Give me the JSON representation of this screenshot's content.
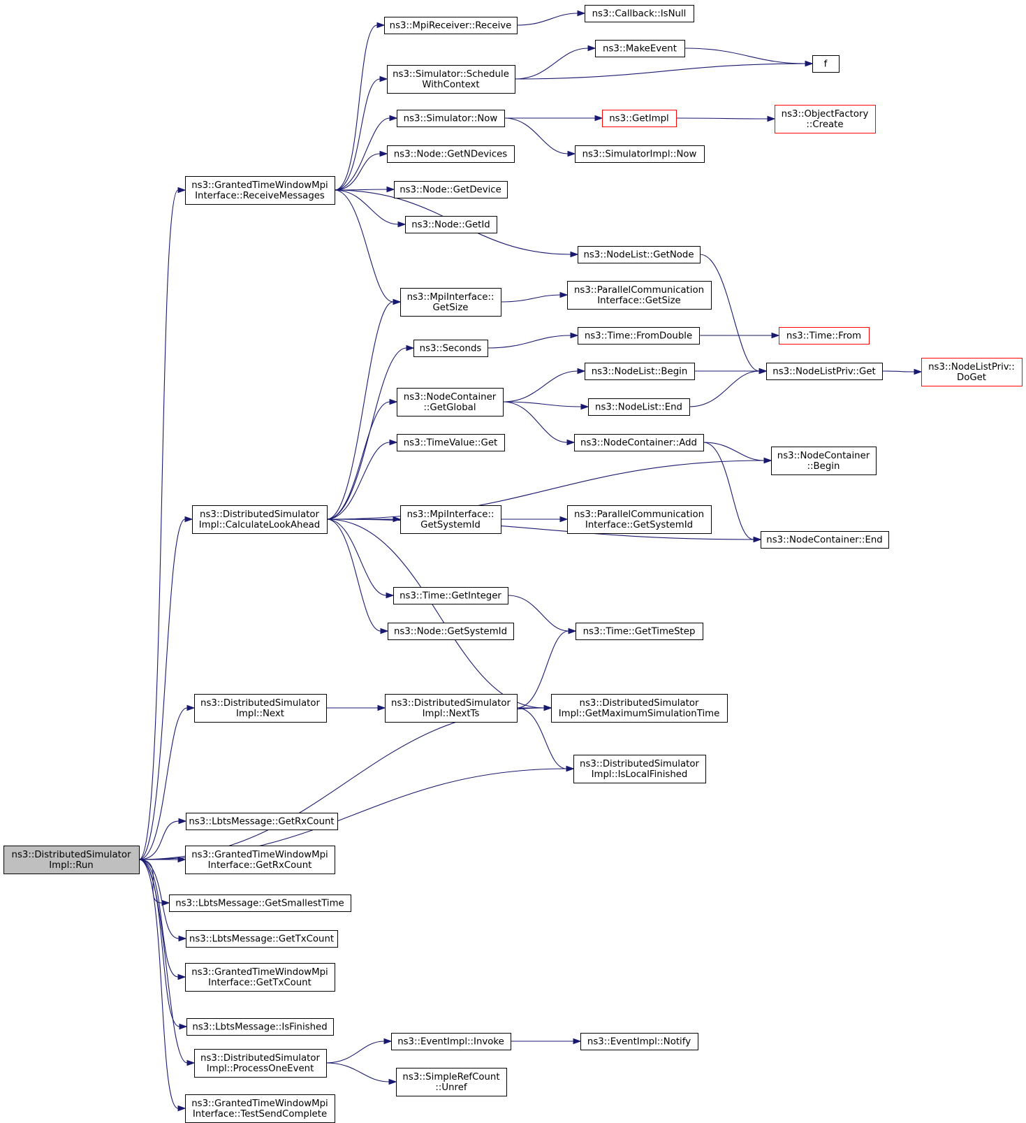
{
  "colors": {
    "edge": "#191970",
    "root_fill": "#bfbfbf",
    "red_border": "#ff0000",
    "border": "#000000"
  },
  "nodes": [
    {
      "id": "run",
      "lines": [
        "ns3::DistributedSimulator",
        "Impl::Run"
      ],
      "style": "root"
    },
    {
      "id": "receive_messages",
      "lines": [
        "ns3::GrantedTimeWindowMpi",
        "Interface::ReceiveMessages"
      ]
    },
    {
      "id": "mpi_receive",
      "lines": [
        "ns3::MpiReceiver::Receive"
      ]
    },
    {
      "id": "callback_isnull",
      "lines": [
        "ns3::Callback::IsNull"
      ]
    },
    {
      "id": "make_event",
      "lines": [
        "ns3::MakeEvent"
      ]
    },
    {
      "id": "f",
      "lines": [
        "f"
      ]
    },
    {
      "id": "schedule_with_context",
      "lines": [
        "ns3::Simulator::Schedule",
        "WithContext"
      ]
    },
    {
      "id": "simulator_now",
      "lines": [
        "ns3::Simulator::Now"
      ]
    },
    {
      "id": "get_impl",
      "lines": [
        "ns3::GetImpl"
      ],
      "style": "red"
    },
    {
      "id": "object_factory_create",
      "lines": [
        "ns3::ObjectFactory",
        "::Create"
      ],
      "style": "red"
    },
    {
      "id": "simulator_impl_now",
      "lines": [
        "ns3::SimulatorImpl::Now"
      ]
    },
    {
      "id": "node_getndevices",
      "lines": [
        "ns3::Node::GetNDevices"
      ]
    },
    {
      "id": "node_getdevice",
      "lines": [
        "ns3::Node::GetDevice"
      ]
    },
    {
      "id": "node_getid",
      "lines": [
        "ns3::Node::GetId"
      ]
    },
    {
      "id": "nodelist_getnode",
      "lines": [
        "ns3::NodeList::GetNode"
      ]
    },
    {
      "id": "mpi_getsize",
      "lines": [
        "ns3::MpiInterface::",
        "GetSize"
      ]
    },
    {
      "id": "pci_getsize",
      "lines": [
        "ns3::ParallelCommunication",
        "Interface::GetSize"
      ]
    },
    {
      "id": "seconds",
      "lines": [
        "ns3::Seconds"
      ]
    },
    {
      "id": "time_fromdouble",
      "lines": [
        "ns3::Time::FromDouble"
      ]
    },
    {
      "id": "time_from",
      "lines": [
        "ns3::Time::From"
      ],
      "style": "red"
    },
    {
      "id": "nodecontainer_getglobal",
      "lines": [
        "ns3::NodeContainer",
        "::GetGlobal"
      ]
    },
    {
      "id": "nodelist_begin",
      "lines": [
        "ns3::NodeList::Begin"
      ]
    },
    {
      "id": "nodelistpriv_get",
      "lines": [
        "ns3::NodeListPriv::Get"
      ]
    },
    {
      "id": "nodelistpriv_doget",
      "lines": [
        "ns3::NodeListPriv::",
        "DoGet"
      ],
      "style": "red"
    },
    {
      "id": "nodelist_end",
      "lines": [
        "ns3::NodeList::End"
      ]
    },
    {
      "id": "timevalue_get",
      "lines": [
        "ns3::TimeValue::Get"
      ]
    },
    {
      "id": "nodecontainer_add",
      "lines": [
        "ns3::NodeContainer::Add"
      ]
    },
    {
      "id": "nodecontainer_begin",
      "lines": [
        "ns3::NodeContainer",
        "::Begin"
      ]
    },
    {
      "id": "calculate_lookahead",
      "lines": [
        "ns3::DistributedSimulator",
        "Impl::CalculateLookAhead"
      ]
    },
    {
      "id": "mpi_getsystemid",
      "lines": [
        "ns3::MpiInterface::",
        "GetSystemId"
      ]
    },
    {
      "id": "pci_getsystemid",
      "lines": [
        "ns3::ParallelCommunication",
        "Interface::GetSystemId"
      ]
    },
    {
      "id": "nodecontainer_end",
      "lines": [
        "ns3::NodeContainer::End"
      ]
    },
    {
      "id": "time_getinteger",
      "lines": [
        "ns3::Time::GetInteger"
      ]
    },
    {
      "id": "node_getsystemid",
      "lines": [
        "ns3::Node::GetSystemId"
      ]
    },
    {
      "id": "time_gettimestep",
      "lines": [
        "ns3::Time::GetTimeStep"
      ]
    },
    {
      "id": "ds_next",
      "lines": [
        "ns3::DistributedSimulator",
        "Impl::Next"
      ]
    },
    {
      "id": "ds_nextts",
      "lines": [
        "ns3::DistributedSimulator",
        "Impl::NextTs"
      ]
    },
    {
      "id": "ds_getmaxsimtime",
      "lines": [
        "ns3::DistributedSimulator",
        "Impl::GetMaximumSimulationTime"
      ]
    },
    {
      "id": "ds_islocalfinished",
      "lines": [
        "ns3::DistributedSimulator",
        "Impl::IsLocalFinished"
      ]
    },
    {
      "id": "lbts_getrxcount",
      "lines": [
        "ns3::LbtsMessage::GetRxCount"
      ]
    },
    {
      "id": "gtw_getrxcount",
      "lines": [
        "ns3::GrantedTimeWindowMpi",
        "Interface::GetRxCount"
      ]
    },
    {
      "id": "lbts_getsmallesttime",
      "lines": [
        "ns3::LbtsMessage::GetSmallestTime"
      ]
    },
    {
      "id": "lbts_gettxcount",
      "lines": [
        "ns3::LbtsMessage::GetTxCount"
      ]
    },
    {
      "id": "gtw_gettxcount",
      "lines": [
        "ns3::GrantedTimeWindowMpi",
        "Interface::GetTxCount"
      ]
    },
    {
      "id": "lbts_isfinished",
      "lines": [
        "ns3::LbtsMessage::IsFinished"
      ]
    },
    {
      "id": "ds_processoneevent",
      "lines": [
        "ns3::DistributedSimulator",
        "Impl::ProcessOneEvent"
      ]
    },
    {
      "id": "eventimpl_invoke",
      "lines": [
        "ns3::EventImpl::Invoke"
      ]
    },
    {
      "id": "eventimpl_notify",
      "lines": [
        "ns3::EventImpl::Notify"
      ]
    },
    {
      "id": "simplerefcount_unref",
      "lines": [
        "ns3::SimpleRefCount",
        "::Unref"
      ]
    },
    {
      "id": "gtw_testsendcomplete",
      "lines": [
        "ns3::GrantedTimeWindowMpi",
        "Interface::TestSendComplete"
      ]
    }
  ],
  "edges": [
    [
      "run",
      "receive_messages"
    ],
    [
      "run",
      "calculate_lookahead"
    ],
    [
      "run",
      "ds_next"
    ],
    [
      "run",
      "ds_getmaxsimtime"
    ],
    [
      "run",
      "ds_islocalfinished"
    ],
    [
      "run",
      "lbts_getrxcount"
    ],
    [
      "run",
      "gtw_getrxcount"
    ],
    [
      "run",
      "lbts_getsmallesttime"
    ],
    [
      "run",
      "lbts_gettxcount"
    ],
    [
      "run",
      "gtw_gettxcount"
    ],
    [
      "run",
      "lbts_isfinished"
    ],
    [
      "run",
      "ds_processoneevent"
    ],
    [
      "run",
      "gtw_testsendcomplete"
    ],
    [
      "receive_messages",
      "mpi_receive"
    ],
    [
      "receive_messages",
      "schedule_with_context"
    ],
    [
      "receive_messages",
      "simulator_now"
    ],
    [
      "receive_messages",
      "node_getndevices"
    ],
    [
      "receive_messages",
      "node_getdevice"
    ],
    [
      "receive_messages",
      "node_getid"
    ],
    [
      "receive_messages",
      "nodelist_getnode"
    ],
    [
      "receive_messages",
      "mpi_getsize"
    ],
    [
      "mpi_receive",
      "callback_isnull"
    ],
    [
      "schedule_with_context",
      "make_event"
    ],
    [
      "schedule_with_context",
      "f"
    ],
    [
      "make_event",
      "f"
    ],
    [
      "simulator_now",
      "get_impl"
    ],
    [
      "simulator_now",
      "simulator_impl_now"
    ],
    [
      "get_impl",
      "object_factory_create"
    ],
    [
      "nodelist_getnode",
      "nodelistpriv_get"
    ],
    [
      "mpi_getsize",
      "pci_getsize"
    ],
    [
      "calculate_lookahead",
      "mpi_getsize"
    ],
    [
      "calculate_lookahead",
      "seconds"
    ],
    [
      "calculate_lookahead",
      "nodecontainer_getglobal"
    ],
    [
      "calculate_lookahead",
      "timevalue_get"
    ],
    [
      "calculate_lookahead",
      "nodecontainer_begin"
    ],
    [
      "calculate_lookahead",
      "mpi_getsystemid"
    ],
    [
      "calculate_lookahead",
      "nodecontainer_end"
    ],
    [
      "calculate_lookahead",
      "time_getinteger"
    ],
    [
      "calculate_lookahead",
      "node_getsystemid"
    ],
    [
      "calculate_lookahead",
      "ds_getmaxsimtime"
    ],
    [
      "seconds",
      "time_fromdouble"
    ],
    [
      "time_fromdouble",
      "time_from"
    ],
    [
      "nodecontainer_getglobal",
      "nodelist_begin"
    ],
    [
      "nodecontainer_getglobal",
      "nodelist_end"
    ],
    [
      "nodecontainer_getglobal",
      "nodecontainer_add"
    ],
    [
      "nodelist_begin",
      "nodelistpriv_get"
    ],
    [
      "nodelist_end",
      "nodelistpriv_get"
    ],
    [
      "nodelistpriv_get",
      "nodelistpriv_doget"
    ],
    [
      "nodecontainer_add",
      "nodecontainer_begin"
    ],
    [
      "nodecontainer_add",
      "nodecontainer_end"
    ],
    [
      "mpi_getsystemid",
      "pci_getsystemid"
    ],
    [
      "time_getinteger",
      "time_gettimestep"
    ],
    [
      "ds_next",
      "ds_nextts"
    ],
    [
      "ds_nextts",
      "time_gettimestep"
    ],
    [
      "ds_nextts",
      "ds_getmaxsimtime"
    ],
    [
      "ds_nextts",
      "ds_islocalfinished"
    ],
    [
      "ds_processoneevent",
      "eventimpl_invoke"
    ],
    [
      "ds_processoneevent",
      "simplerefcount_unref"
    ],
    [
      "eventimpl_invoke",
      "eventimpl_notify"
    ]
  ]
}
